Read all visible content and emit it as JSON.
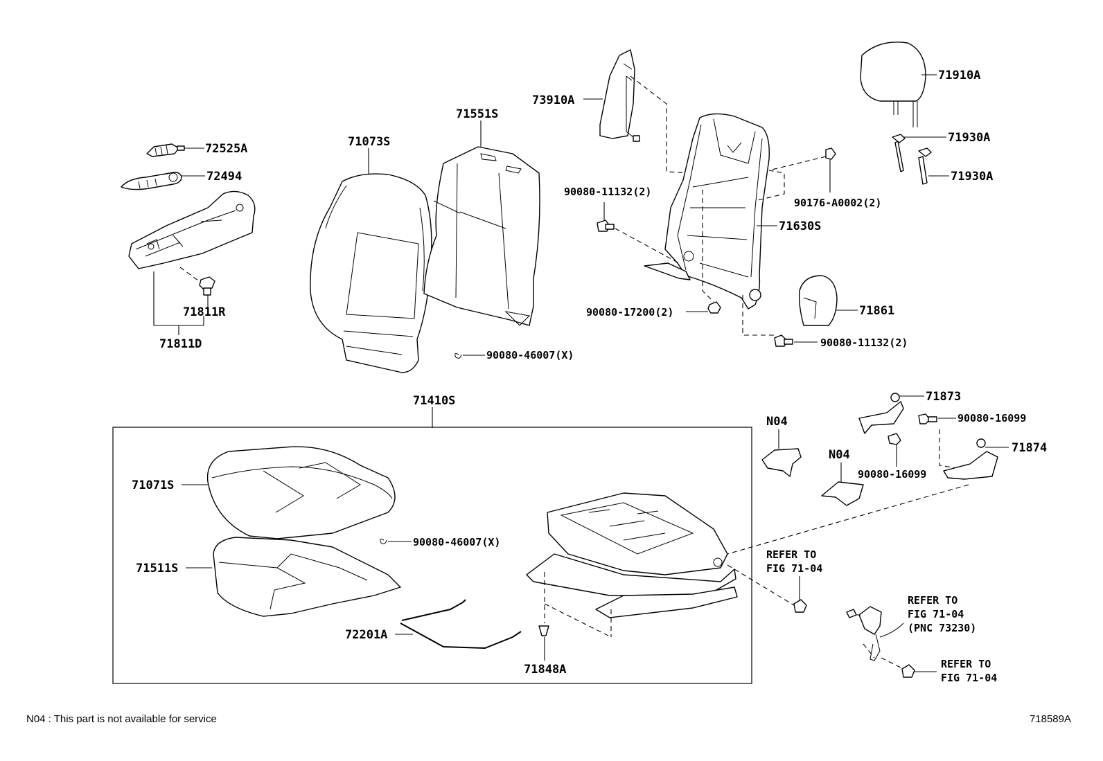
{
  "labels": {
    "p72525A": "72525A",
    "p72494": "72494",
    "p71811R": "71811R",
    "p71811D": "71811D",
    "p71073S": "71073S",
    "p71551S": "71551S",
    "p90080_46007_top": "90080-46007(X)",
    "p73910A": "73910A",
    "p90080_11132_left": "90080-11132(2)",
    "p90080_17200": "90080-17200(2)",
    "p71630S": "71630S",
    "p90176_A0002": "90176-A0002(2)",
    "p90080_11132_right": "90080-11132(2)",
    "p71910A": "71910A",
    "p71930A_1": "71930A",
    "p71930A_2": "71930A",
    "p71861": "71861",
    "p71410S": "71410S",
    "p71071S": "71071S",
    "p90080_46007_mid": "90080-46007(X)",
    "p71511S": "71511S",
    "p72201A": "72201A",
    "p71848A": "71848A",
    "pN04_1": "N04",
    "pN04_2": "N04",
    "p71873": "71873",
    "p90080_16099_1": "90080-16099",
    "p90080_16099_2": "90080-16099",
    "p71874": "71874",
    "refer1_line1": "REFER TO",
    "refer1_line2": "FIG 71-04",
    "refer2_line1": "REFER TO",
    "refer2_line2": "FIG 71-04",
    "refer2_line3": "(PNC 73230)",
    "refer3_line1": "REFER TO",
    "refer3_line2": "FIG 71-04"
  },
  "footer": {
    "note": "N04 : This part is not available for service",
    "diagram_id": "718589A"
  }
}
